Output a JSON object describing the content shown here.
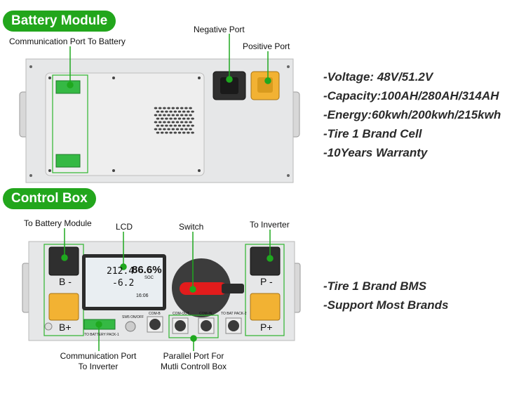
{
  "battery_module": {
    "title": "Battery Module",
    "labels": {
      "communication_port": "Communication Port To Battery",
      "negative_port": "Negative Port",
      "positive_port": "Positive Port"
    },
    "specs": [
      "-Voltage: 48V/51.2V",
      "-Capacity:100AH/280AH/314AH",
      "-Energy:60kwh/200kwh/215kwh",
      "-Tire 1 Brand Cell",
      "-10Years Warranty"
    ]
  },
  "control_box": {
    "title": "Control Box",
    "labels": {
      "to_battery_module": "To Battery Module",
      "lcd": "LCD",
      "switch": "Switch",
      "to_inverter": "To Inverter",
      "comm_port_line1": "Communication Port",
      "comm_port_line2": "To Inverter",
      "parallel_line1": "Parallel Port For",
      "parallel_line2": "Mutli Controll Box"
    },
    "panel_marks": {
      "b_minus": "B -",
      "b_plus": "B+",
      "p_minus": "P -",
      "p_plus": "P+",
      "sw": "SW5",
      "onoff": "ON/OFF",
      "com_b": "COM-B",
      "com_out": "COM-OUT",
      "com_in": "COM-IN",
      "to_bat_pack2": "TO BAT PACK-2",
      "to_bat_pack1": "TO BATTERY PACK-1"
    },
    "lcd_screen": {
      "voltage": "212.4",
      "percent": "86.6%",
      "soc": "SOC",
      "current": "-6.2",
      "time": "16:06"
    },
    "specs": [
      "-Tire 1 Brand BMS",
      "-Support Most Brands"
    ]
  }
}
